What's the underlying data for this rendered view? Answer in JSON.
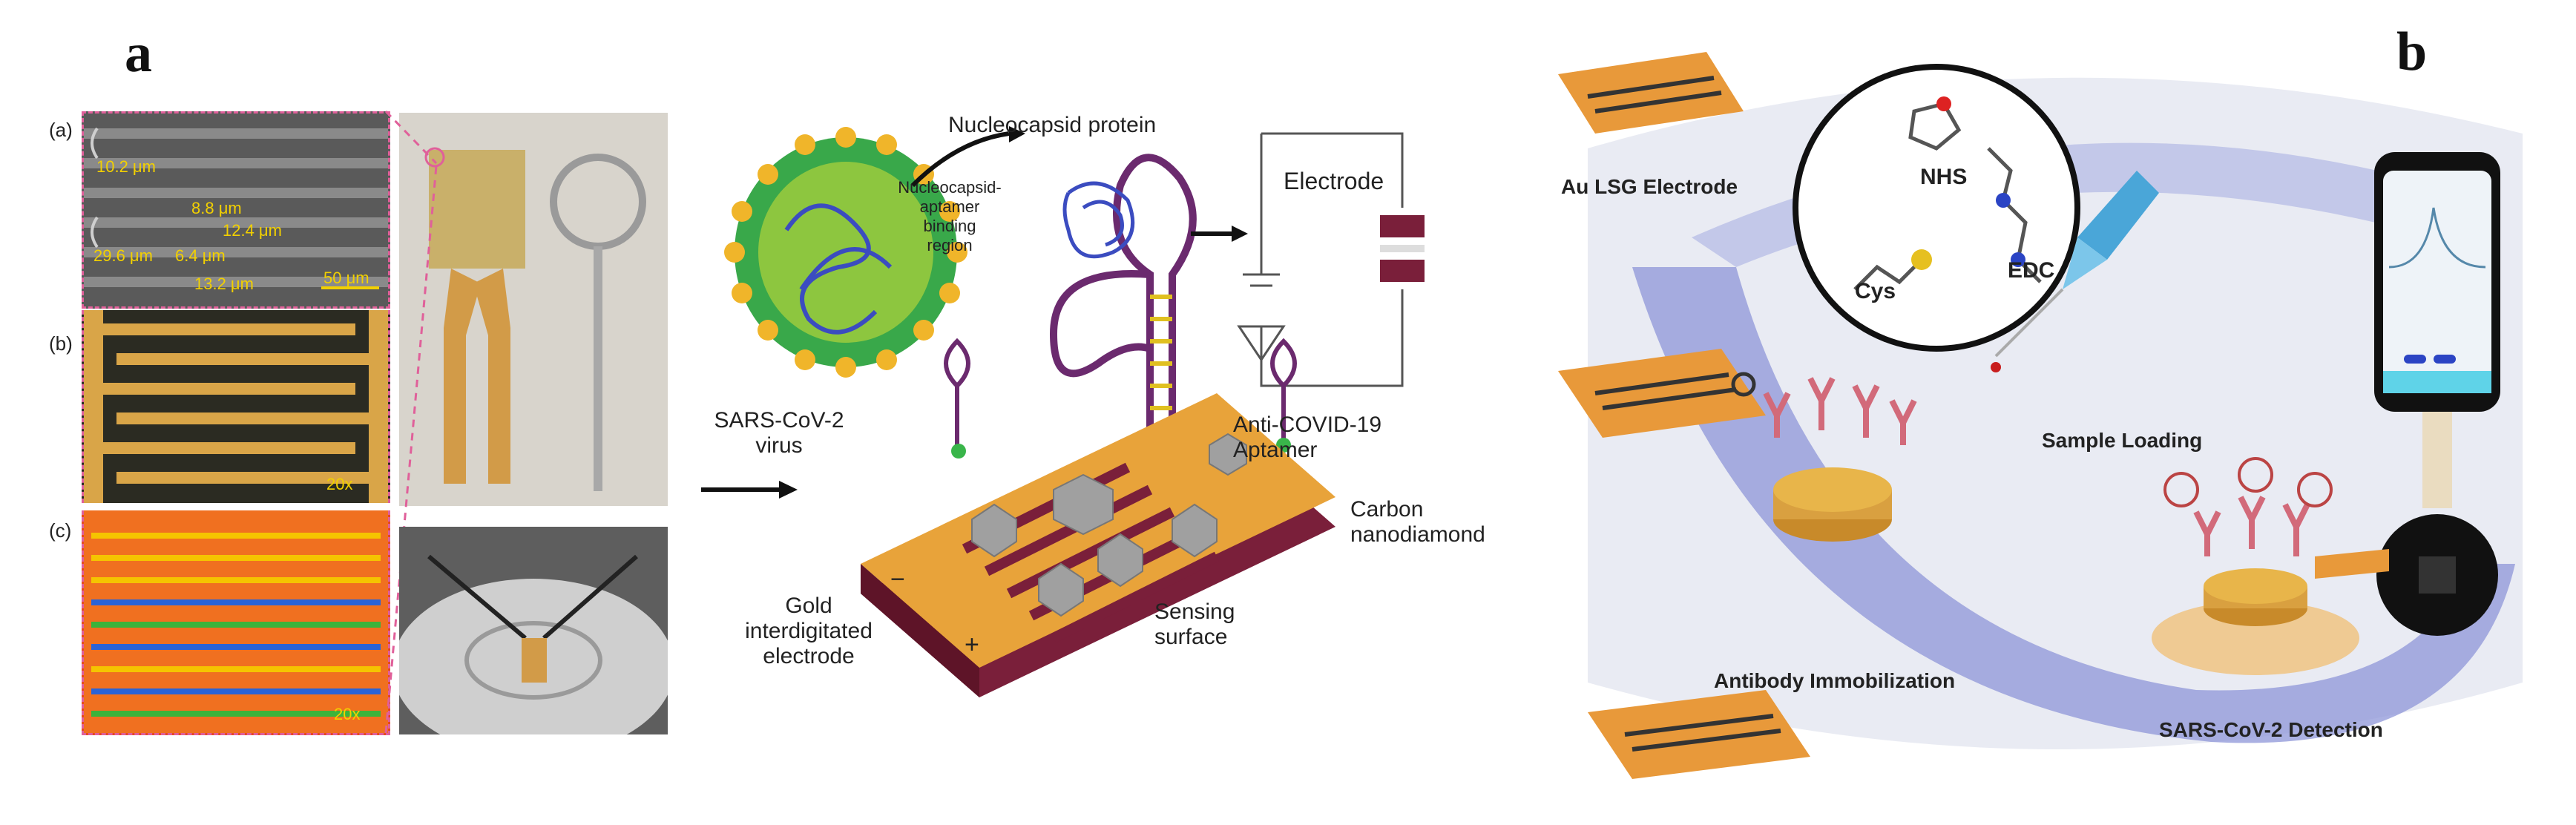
{
  "panel_a": {
    "letter": "a",
    "micro": {
      "sub_a": "(a)",
      "sub_b": "(b)",
      "sub_c": "(c)",
      "measure_1": "10.2 μm",
      "measure_2": "8.8 μm",
      "measure_3": "12.4 μm",
      "measure_4": "29.6 μm",
      "measure_5": "6.4 μm",
      "measure_6": "13.2 μm",
      "scalebar": "50 μm",
      "mag_b": "20x",
      "mag_c": "20x"
    },
    "schematic": {
      "virus": "SARS-CoV-2\nvirus",
      "nucleocapsid_protein": "Nucleocapsid protein",
      "binding_region": "Nucleocapsid-\naptamer\nbinding\nregion",
      "electrode": "Electrode",
      "aptamer": "Anti-COVID-19\nAptamer",
      "nanodiamond": "Carbon\nnanodiamond",
      "gold_ide": "Gold\ninterdigitated\nelectrode",
      "sensing_surface": "Sensing\nsurface",
      "minus": "−",
      "plus": "+"
    }
  },
  "panel_b": {
    "letter": "b",
    "au_lsg": "Au LSG Electrode",
    "nhs": "NHS",
    "cys": "Cys",
    "edc": "EDC",
    "sample_loading": "Sample Loading",
    "antibody_immobilization": "Antibody Immobilization",
    "detection": "SARS-CoV-2 Detection"
  },
  "colors": {
    "gold": "#e8a33a",
    "maroon": "#7a1f3a",
    "purple": "#6b2a6e",
    "green": "#39b54a",
    "arc_blue": "#8e95d8"
  }
}
